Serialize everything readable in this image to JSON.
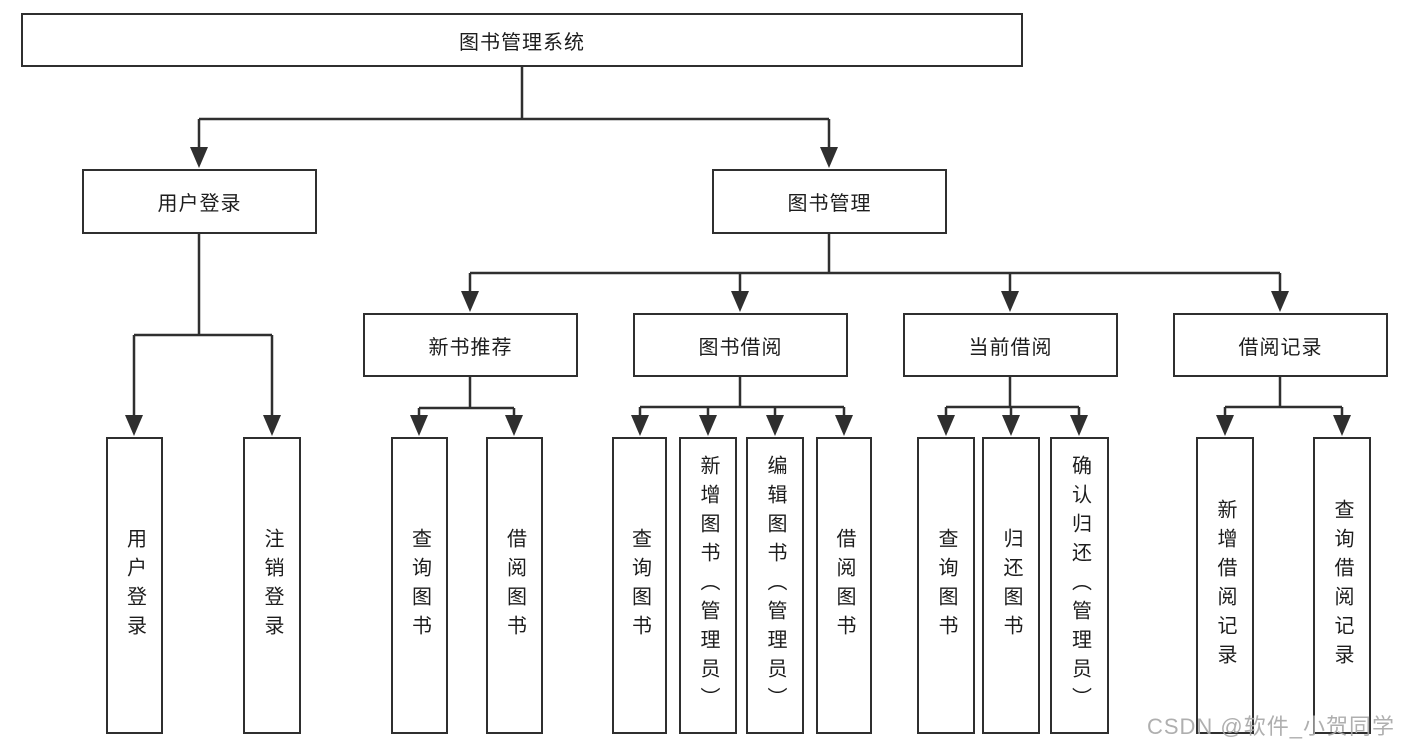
{
  "colors": {
    "line": "#2f2f2f",
    "box_border": "#2f2f2f",
    "text": "#1d1d1d",
    "background": "#ffffff",
    "watermark": "#a8a8a8"
  },
  "diagram": {
    "root": {
      "label": "图书管理系统"
    },
    "level2": [
      {
        "id": "user-login",
        "label": "用户登录"
      },
      {
        "id": "book-management",
        "label": "图书管理"
      }
    ],
    "level3": [
      {
        "id": "new-book-recommend",
        "label": "新书推荐"
      },
      {
        "id": "book-borrow",
        "label": "图书借阅"
      },
      {
        "id": "current-borrow",
        "label": "当前借阅"
      },
      {
        "id": "borrow-records",
        "label": "借阅记录"
      }
    ],
    "leaves": {
      "user_login": [
        {
          "label": "用户登录"
        },
        {
          "label": "注销登录"
        }
      ],
      "new_books": [
        {
          "label": "查询图书"
        },
        {
          "label": "借阅图书"
        }
      ],
      "book_borrow": [
        {
          "label": "查询图书"
        },
        {
          "label": "新增图书（管理员）"
        },
        {
          "label": "编辑图书（管理员）"
        },
        {
          "label": "借阅图书"
        }
      ],
      "current_borrow": [
        {
          "label": "查询图书"
        },
        {
          "label": "归还图书"
        },
        {
          "label": "确认归还（管理员）"
        }
      ],
      "borrow_records": [
        {
          "label": "新增借阅记录"
        },
        {
          "label": "查询借阅记录"
        }
      ]
    }
  },
  "watermark": {
    "text": "CSDN @软件_小贺同学"
  }
}
